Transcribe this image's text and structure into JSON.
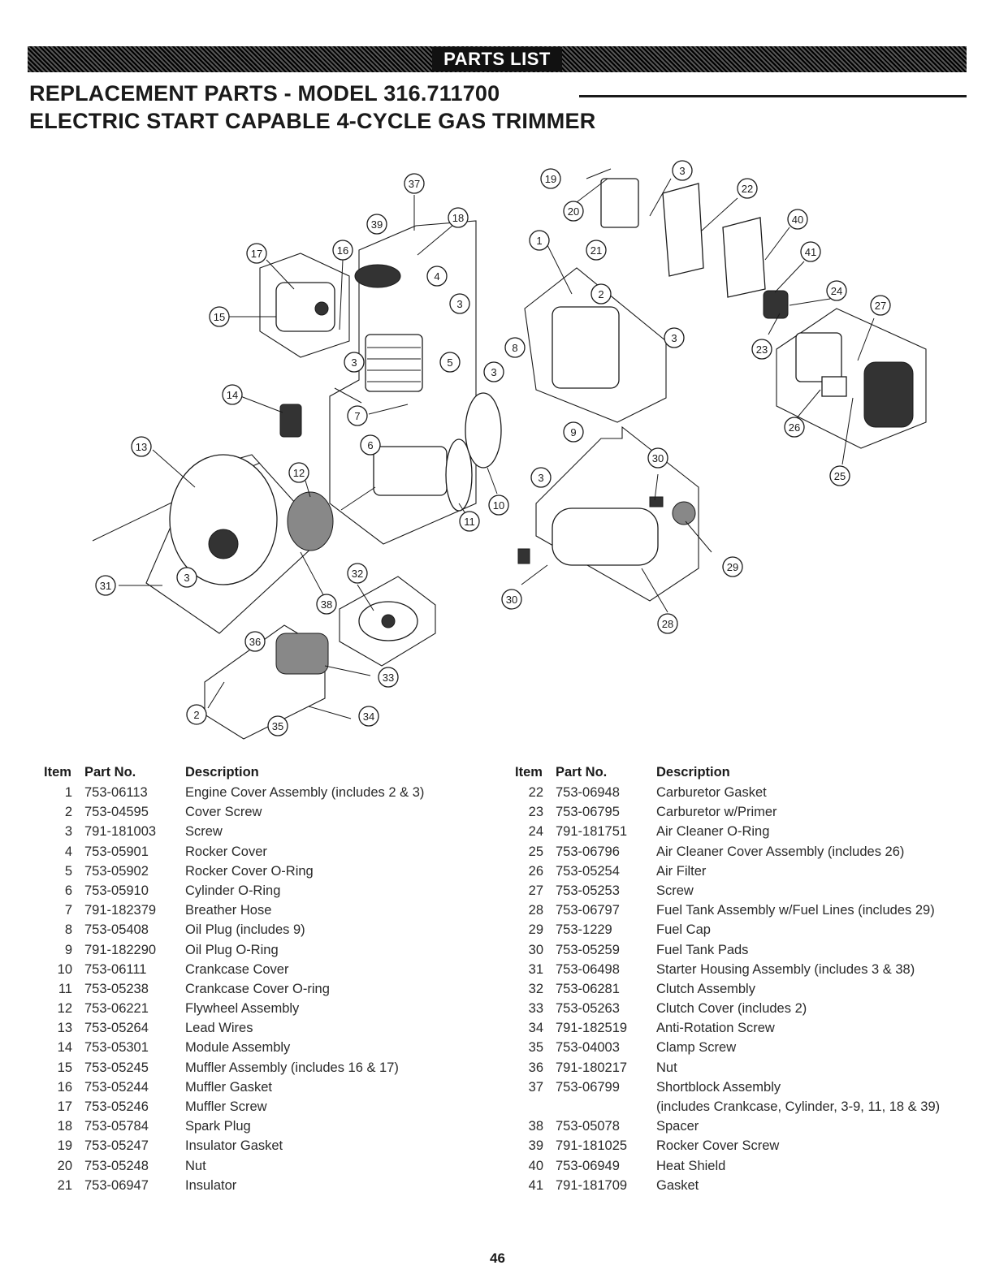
{
  "banner": "PARTS LIST",
  "title_line1": "REPLACEMENT PARTS - MODEL 316.711700",
  "title_line2": "ELECTRIC START CAPABLE 4-CYCLE GAS TRIMMER",
  "table_headers": {
    "item": "Item",
    "part": "Part No.",
    "desc": "Description"
  },
  "left_rows": [
    {
      "item": "1",
      "part": "753-06113",
      "desc": "Engine Cover Assembly (includes 2 & 3)"
    },
    {
      "item": "2",
      "part": "753-04595",
      "desc": "Cover Screw"
    },
    {
      "item": "3",
      "part": "791-181003",
      "desc": "Screw"
    },
    {
      "item": "4",
      "part": "753-05901",
      "desc": "Rocker Cover"
    },
    {
      "item": "5",
      "part": "753-05902",
      "desc": "Rocker Cover O-Ring"
    },
    {
      "item": "6",
      "part": "753-05910",
      "desc": "Cylinder O-Ring"
    },
    {
      "item": "7",
      "part": "791-182379",
      "desc": "Breather Hose"
    },
    {
      "item": "8",
      "part": "753-05408",
      "desc": "Oil Plug (includes 9)"
    },
    {
      "item": "9",
      "part": "791-182290",
      "desc": "Oil Plug O-Ring"
    },
    {
      "item": "10",
      "part": "753-06111",
      "desc": "Crankcase Cover"
    },
    {
      "item": "11",
      "part": "753-05238",
      "desc": "Crankcase Cover O-ring"
    },
    {
      "item": "12",
      "part": "753-06221",
      "desc": "Flywheel Assembly"
    },
    {
      "item": "13",
      "part": "753-05264",
      "desc": "Lead Wires"
    },
    {
      "item": "14",
      "part": "753-05301",
      "desc": "Module Assembly"
    },
    {
      "item": "15",
      "part": "753-05245",
      "desc": "Muffler Assembly (includes 16 & 17)"
    },
    {
      "item": "16",
      "part": "753-05244",
      "desc": "Muffler Gasket"
    },
    {
      "item": "17",
      "part": "753-05246",
      "desc": "Muffler Screw"
    },
    {
      "item": "18",
      "part": "753-05784",
      "desc": "Spark Plug"
    },
    {
      "item": "19",
      "part": "753-05247",
      "desc": "Insulator Gasket"
    },
    {
      "item": "20",
      "part": "753-05248",
      "desc": "Nut"
    },
    {
      "item": "21",
      "part": "753-06947",
      "desc": "Insulator"
    }
  ],
  "right_rows": [
    {
      "item": "22",
      "part": "753-06948",
      "desc": "Carburetor Gasket"
    },
    {
      "item": "23",
      "part": "753-06795",
      "desc": "Carburetor w/Primer"
    },
    {
      "item": "24",
      "part": "791-181751",
      "desc": "Air Cleaner O-Ring"
    },
    {
      "item": "25",
      "part": "753-06796",
      "desc": "Air Cleaner Cover Assembly (includes 26)"
    },
    {
      "item": "26",
      "part": "753-05254",
      "desc": "Air Filter"
    },
    {
      "item": "27",
      "part": "753-05253",
      "desc": "Screw"
    },
    {
      "item": "28",
      "part": "753-06797",
      "desc": "Fuel Tank Assembly w/Fuel Lines (includes 29)"
    },
    {
      "item": "29",
      "part": "753-1229",
      "desc": "Fuel Cap"
    },
    {
      "item": "30",
      "part": "753-05259",
      "desc": "Fuel Tank Pads"
    },
    {
      "item": "31",
      "part": "753-06498",
      "desc": "Starter Housing Assembly (includes 3 & 38)"
    },
    {
      "item": "32",
      "part": "753-06281",
      "desc": "Clutch Assembly"
    },
    {
      "item": "33",
      "part": "753-05263",
      "desc": "Clutch Cover (includes 2)"
    },
    {
      "item": "34",
      "part": "791-182519",
      "desc": "Anti-Rotation Screw"
    },
    {
      "item": "35",
      "part": "753-04003",
      "desc": "Clamp Screw"
    },
    {
      "item": "36",
      "part": "791-180217",
      "desc": "Nut"
    },
    {
      "item": "37",
      "part": "753-06799",
      "desc": "Shortblock Assembly"
    },
    {
      "item": "",
      "part": "",
      "desc": "(includes Crankcase, Cylinder, 3-9, 11, 18 & 39)"
    },
    {
      "item": "38",
      "part": "753-05078",
      "desc": "Spacer"
    },
    {
      "item": "39",
      "part": "791-181025",
      "desc": "Rocker Cover Screw"
    },
    {
      "item": "40",
      "part": "753-06949",
      "desc": "Heat Shield"
    },
    {
      "item": "41",
      "part": "791-181709",
      "desc": "Gasket"
    }
  ],
  "callouts": [
    {
      "n": "37"
    },
    {
      "n": "39"
    },
    {
      "n": "18"
    },
    {
      "n": "17"
    },
    {
      "n": "16"
    },
    {
      "n": "4"
    },
    {
      "n": "15"
    },
    {
      "n": "3"
    },
    {
      "n": "5"
    },
    {
      "n": "3"
    },
    {
      "n": "14"
    },
    {
      "n": "7"
    },
    {
      "n": "6"
    },
    {
      "n": "13"
    },
    {
      "n": "12"
    },
    {
      "n": "11"
    },
    {
      "n": "10"
    },
    {
      "n": "31"
    },
    {
      "n": "3"
    },
    {
      "n": "32"
    },
    {
      "n": "38"
    },
    {
      "n": "36"
    },
    {
      "n": "33"
    },
    {
      "n": "2"
    },
    {
      "n": "35"
    },
    {
      "n": "34"
    },
    {
      "n": "19"
    },
    {
      "n": "20"
    },
    {
      "n": "21"
    },
    {
      "n": "1"
    },
    {
      "n": "3"
    },
    {
      "n": "22"
    },
    {
      "n": "40"
    },
    {
      "n": "41"
    },
    {
      "n": "24"
    },
    {
      "n": "27"
    },
    {
      "n": "23"
    },
    {
      "n": "2"
    },
    {
      "n": "3"
    },
    {
      "n": "8"
    },
    {
      "n": "3"
    },
    {
      "n": "9"
    },
    {
      "n": "3"
    },
    {
      "n": "26"
    },
    {
      "n": "25"
    },
    {
      "n": "30"
    },
    {
      "n": "29"
    },
    {
      "n": "30"
    },
    {
      "n": "28"
    }
  ],
  "page_number": "46"
}
